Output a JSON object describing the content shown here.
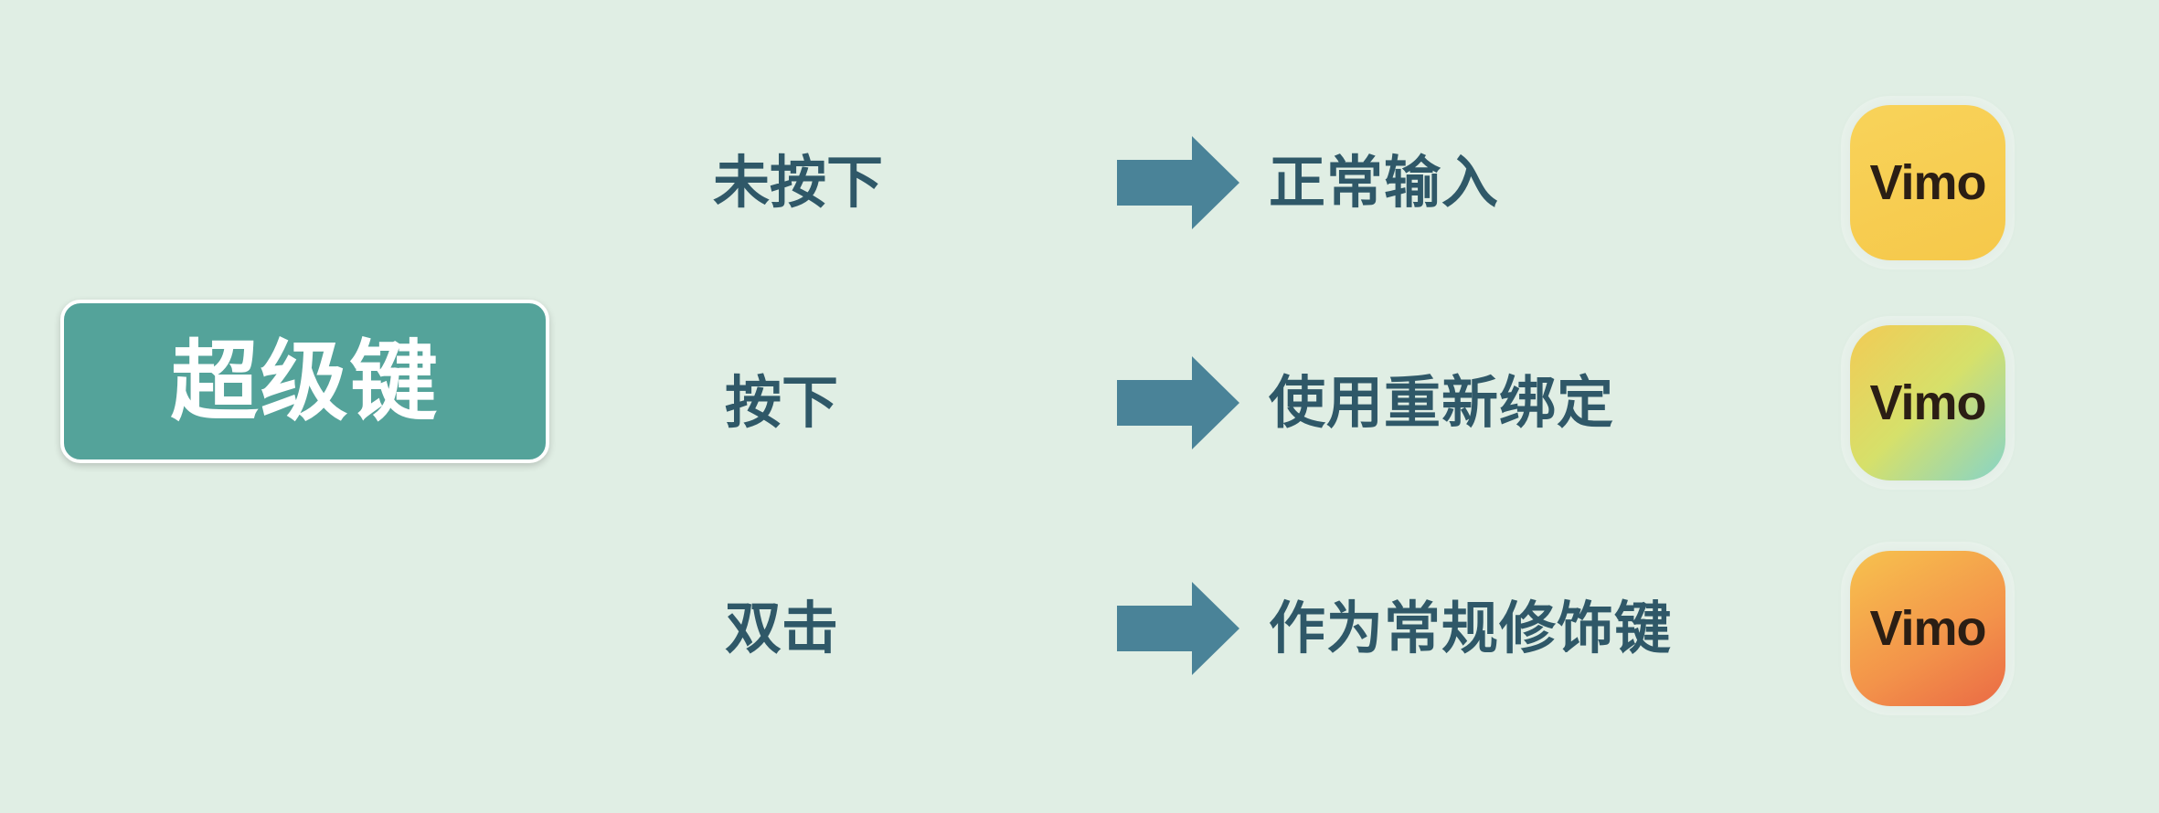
{
  "super_key": {
    "label": "超级键"
  },
  "rows": [
    {
      "condition": "未按下",
      "result": "正常输入",
      "icon_label": "Vimo",
      "icon_colors": [
        "#f8d35a",
        "#f6c84a"
      ]
    },
    {
      "condition": "按下",
      "result": "使用重新绑定",
      "icon_label": "Vimo",
      "icon_colors": [
        "#f2cb55",
        "#d6e06a",
        "#86d4c8"
      ]
    },
    {
      "condition": "双击",
      "result": "作为常规修饰键",
      "icon_label": "Vimo",
      "icon_colors": [
        "#f7c24e",
        "#f3934a",
        "#ea6a45"
      ]
    }
  ],
  "colors": {
    "background": "#e0eee4",
    "super_key": "#54a39a",
    "text": "#2f5868",
    "arrow": "#4a8398"
  },
  "icons": {
    "arrow": "right-arrow-icon",
    "app": "vimo-app-icon"
  }
}
